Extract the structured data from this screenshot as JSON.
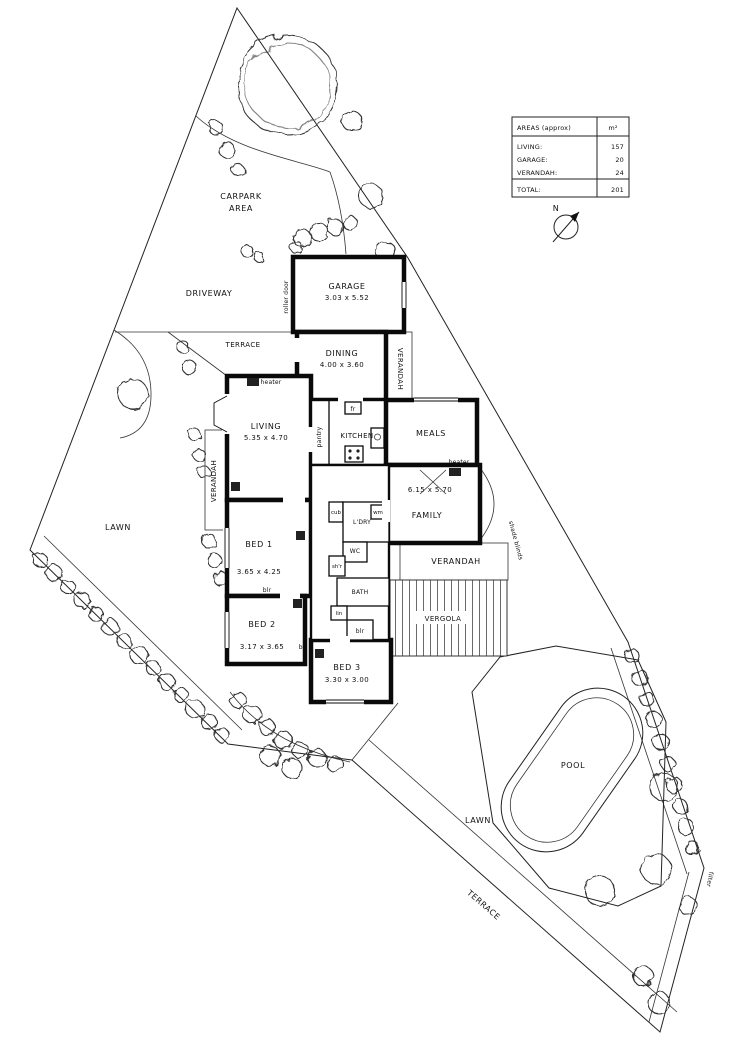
{
  "colors": {
    "ink": "#111111",
    "paper": "#ffffff"
  },
  "areas_table": {
    "title": "AREAS (approx)",
    "unit": "m²",
    "rows": [
      {
        "label": "LIVING:",
        "value": "157"
      },
      {
        "label": "GARAGE:",
        "value": "20"
      },
      {
        "label": "VERANDAH:",
        "value": "24"
      }
    ],
    "total_label": "TOTAL:",
    "total_value": "201"
  },
  "compass": {
    "north": "N"
  },
  "rooms": {
    "garage": {
      "name": "GARAGE",
      "dims": "3.03 x 5.52"
    },
    "dining": {
      "name": "DINING",
      "dims": "4.00 x 3.60"
    },
    "living": {
      "name": "LIVING",
      "dims": "5.35 x 4.70"
    },
    "kitchen": {
      "name": "KITCHEN"
    },
    "meals": {
      "name": "MEALS"
    },
    "family": {
      "name": "FAMILY",
      "dims": "6.15 x 5.70"
    },
    "bed1": {
      "name": "BED 1",
      "dims": "3.65 x 4.25"
    },
    "bed2": {
      "name": "BED 2",
      "dims": "3.17 x 3.65"
    },
    "bed3": {
      "name": "BED 3",
      "dims": "3.30 x 3.00"
    },
    "bath": {
      "name": "BATH"
    },
    "laundry": {
      "name": "L'DRY"
    },
    "wc": {
      "name": "WC"
    }
  },
  "outdoor": {
    "carpark_line1": "CARPARK",
    "carpark_line2": "AREA",
    "driveway": "DRIVEWAY",
    "terrace_upper": "TERRACE",
    "terrace_lower": "TERRACE",
    "lawn_left": "LAWN",
    "lawn_lower": "LAWN",
    "verandah_left": "VERANDAH",
    "verandah_dining": "VERANDAH",
    "verandah_family": "VERANDAH",
    "vergola": "VERGOLA",
    "pool": "POOL",
    "shade_blinds": "shade blinds",
    "filter": "filter"
  },
  "fixtures": {
    "roller_door": "roller door",
    "heater": "heater",
    "pantry": "pantry",
    "fridge": "fr",
    "wm": "wm",
    "cub": "cub",
    "shower": "sh'r",
    "linen": "lin",
    "blr": "blr"
  }
}
